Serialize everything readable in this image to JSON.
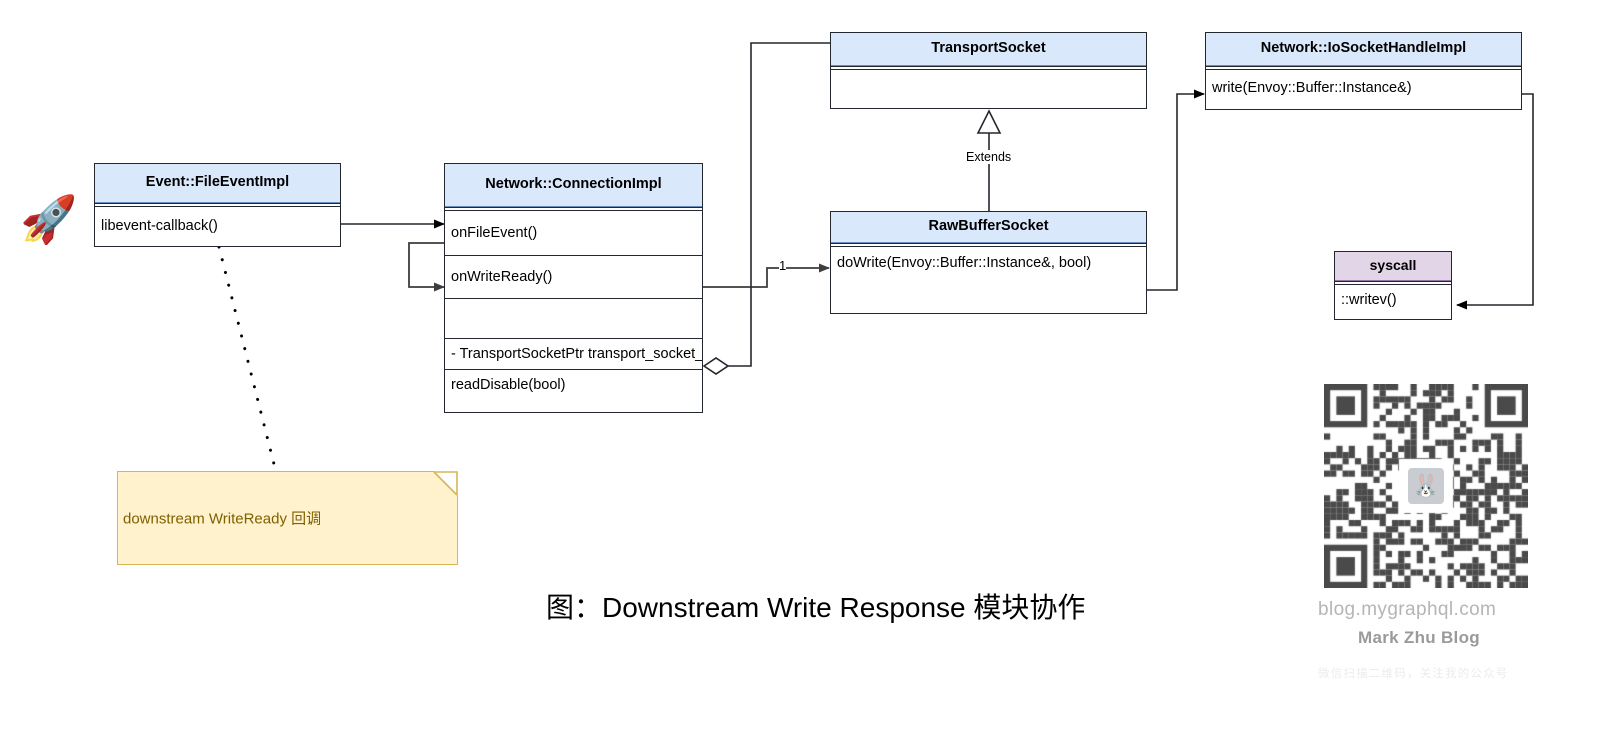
{
  "diagram": {
    "caption": "图：Downstream Write Response 模块协作",
    "colors": {
      "class_header": "#dae8fc",
      "class_header_border": "#6c8ebf",
      "syscall_header": "#e1d5e7",
      "syscall_header_border": "#9673a6",
      "note_fill": "#fff2cc",
      "note_border": "#d6b656",
      "note_text": "#7f6000",
      "line": "#23272e"
    },
    "classes": [
      {
        "id": "file-event-impl",
        "title": "Event::FileEventImpl",
        "rows": [
          "libevent-callback()"
        ]
      },
      {
        "id": "connection-impl",
        "title": "Network::ConnectionImpl",
        "rows": [
          "onFileEvent()",
          "onWriteReady()",
          "",
          "- TransportSocketPtr transport_socket_",
          "readDisable(bool)"
        ]
      },
      {
        "id": "transport-socket",
        "title": "TransportSocket",
        "rows": [
          ""
        ]
      },
      {
        "id": "raw-buffer-socket",
        "title": "RawBufferSocket",
        "rows": [
          "doWrite(Envoy::Buffer::Instance&, bool)"
        ]
      },
      {
        "id": "io-socket-handle-impl",
        "title": "Network::IoSocketHandleImpl",
        "rows": [
          "write(Envoy::Buffer::Instance&)"
        ]
      },
      {
        "id": "syscall",
        "title": "syscall",
        "rows": [
          "::writev()"
        ]
      }
    ],
    "note": {
      "text": "downstream WriteReady 回调"
    },
    "edge_labels": {
      "extends": "Extends",
      "multiplicity_one": "1"
    },
    "rocket_icon": "🚀"
  },
  "watermark": {
    "url": "blog.mygraphql.com",
    "name": "Mark Zhu Blog",
    "tip": "微信扫描二维码，关注我的公众号",
    "avatar_icon": "🐰"
  }
}
